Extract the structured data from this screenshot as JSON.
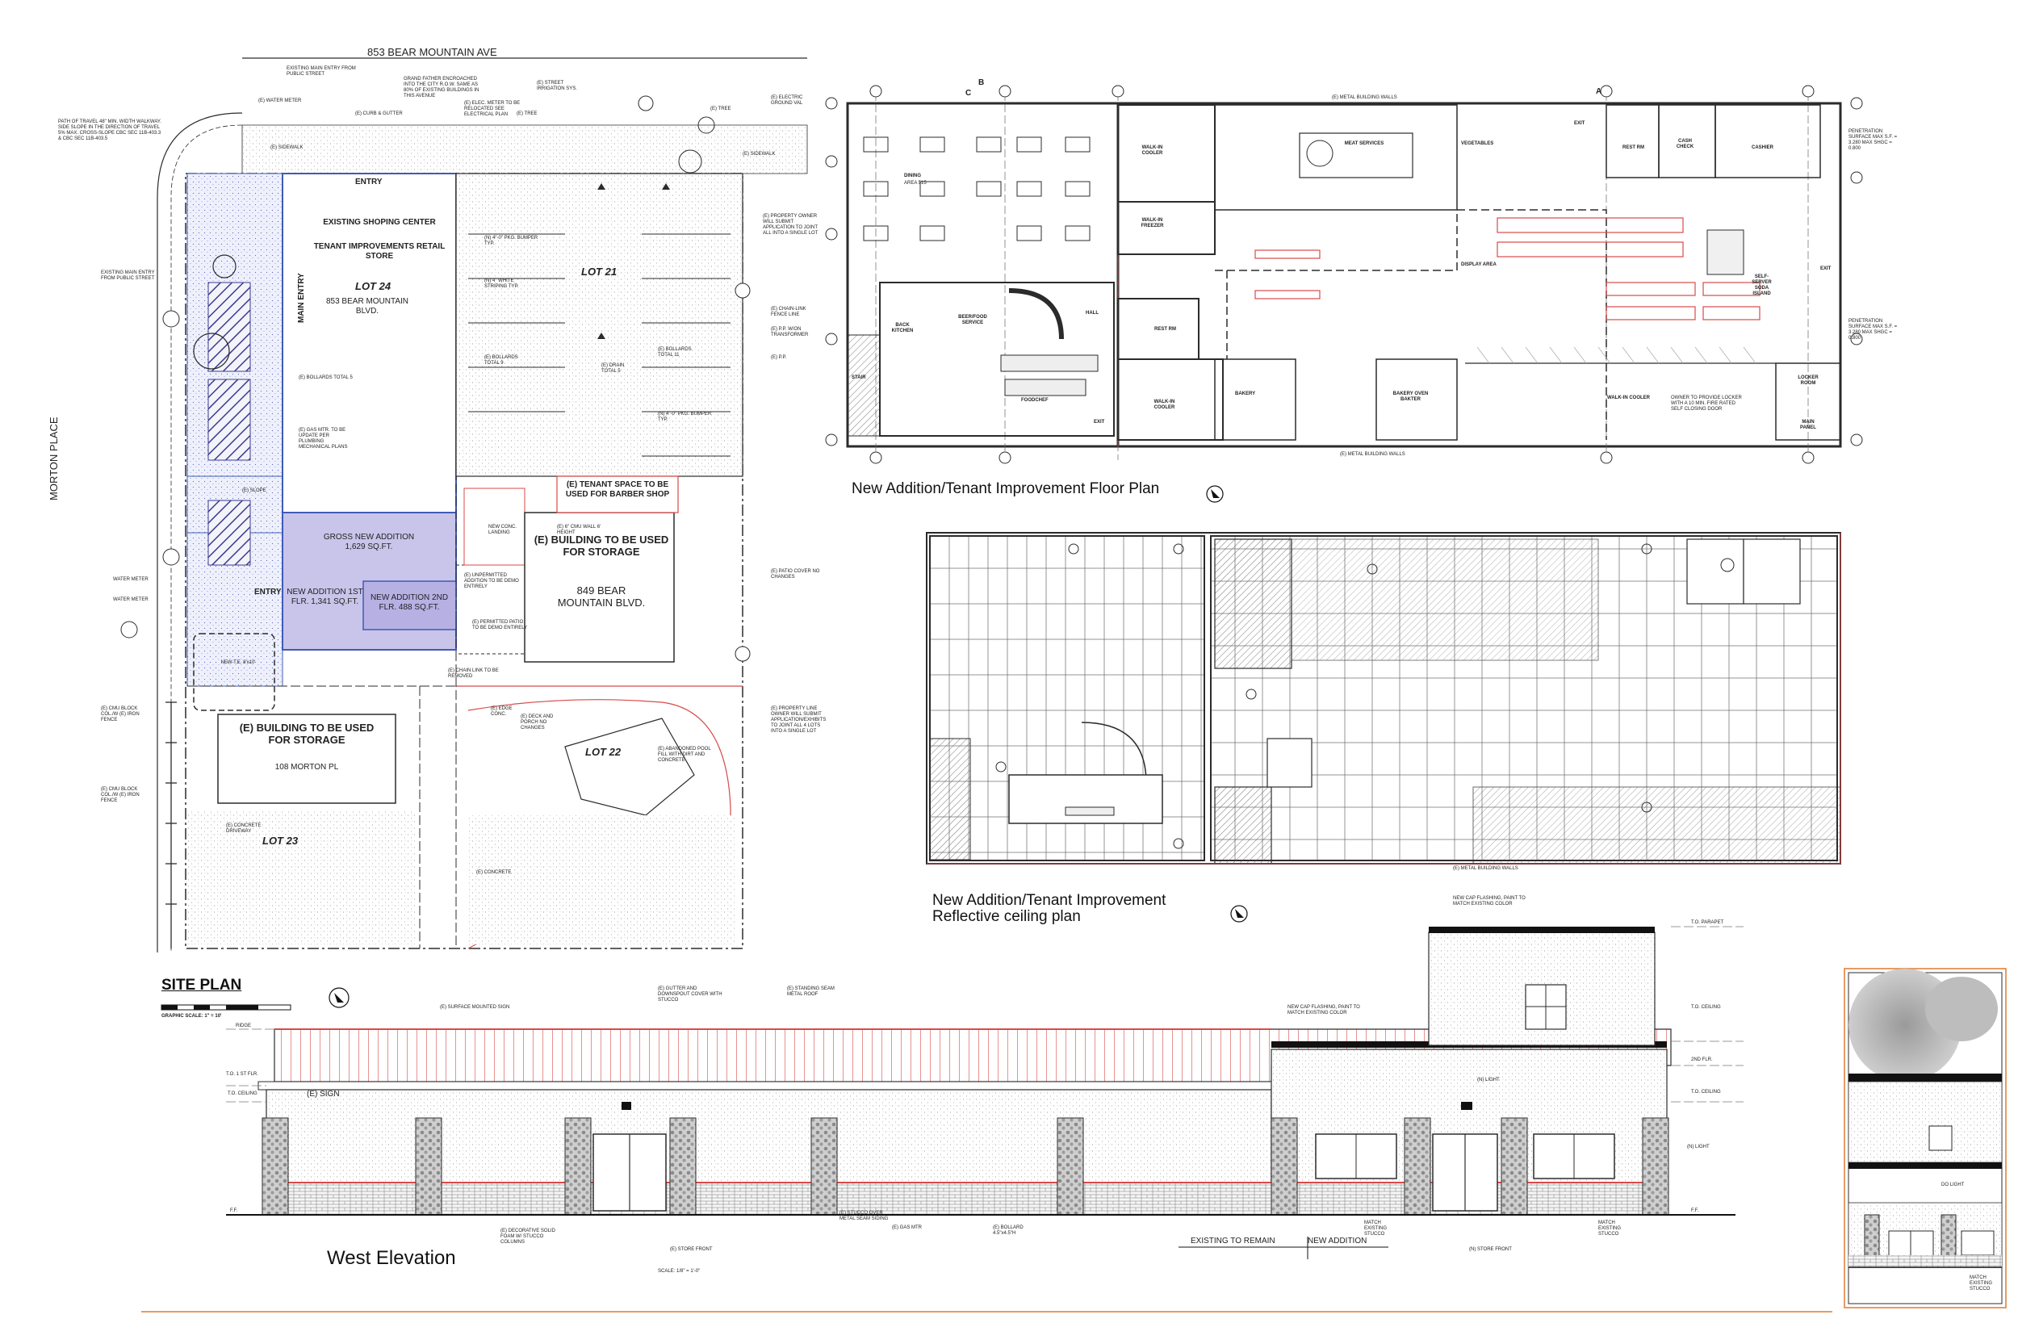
{
  "colors": {
    "line": "#2b2b2b",
    "red": "#d84a4a",
    "blue": "#3f5bb5",
    "purple_fill": "#c9c4ea",
    "hatch": "#3b3b8f",
    "accent_orange": "#e07a2f"
  },
  "site_plan": {
    "street_top": "853 BEAR MOUNTAIN AVE",
    "street_left": "MORTON PLACE",
    "title": "SITE PLAN",
    "scale": "GRAPHIC SCALE: 1\" = 10'",
    "entry_top": "ENTRY",
    "main_entry": "MAIN ENTRY",
    "entry_left": "ENTRY",
    "existing_center": "EXISTING SHOPING CENTER",
    "tenant_improvements": "TENANT IMPROVEMENTS RETAIL STORE",
    "lot24": "LOT 24",
    "lot24_addr": "853 BEAR MOUNTAIN BLVD.",
    "lot21": "LOT 21",
    "lot22": "LOT 22",
    "lot23": "LOT 23",
    "gross_new_addition": "GROSS NEW ADDITION 1,629 SQ.FT.",
    "new_addition_1st": "NEW ADDITION 1ST FLR. 1,341 SQ.FT.",
    "new_addition_2nd": "NEW ADDITION 2ND FLR. 488 SQ.FT.",
    "tenant_space": "(E) TENANT SPACE TO BE USED FOR BARBER SHOP",
    "building_storage_849": "(E) BUILDING TO BE USED FOR STORAGE",
    "addr_849": "849 BEAR MOUNTAIN BLVD.",
    "building_storage_108": "(E) BUILDING TO BE USED FOR STORAGE",
    "addr_108": "108 MORTON PL",
    "notes": {
      "existing_main_entry": "EXISTING MAIN ENTRY FROM PUBLIC STREET",
      "grand_father": "GRAND FATHER ENCROACHED INTO THE CITY R.O.W. SAME AS 80% OF EXISTING BUILDINGS IN THIS AVENUE",
      "water_meter_top": "(E) WATER METER",
      "curb_gutter": "(E) CURB & GUTTER",
      "elec_meter": "(E) ELEC. METER TO BE RELOCATED SEE ELECTRICAL PLAN",
      "street_irrigation": "(E) STREET IRRIGATION SYS.",
      "tree1": "(E) TREE",
      "tree2": "(E) TREE",
      "electric_ground": "(E) ELECTRIC GROUND VAL",
      "sidewalk1": "(E) SIDEWALK",
      "sidewalk2": "(E) SIDEWALK",
      "path_of_travel": "PATH OF TRAVEL 48\" MIN. WIDTH WALKWAY. SIDE SLOPE IN THE DIRECTION OF TRAVEL 5% MAX. CROSS-SLOPE CBC SEC 11B-403.3 & CBC SEC 11B-403.5",
      "existing_main_entry_left": "EXISTING MAIN ENTRY FROM PUBLIC STREET",
      "property_owner": "(E) PROPERTY OWNER WILL SUBMIT APPLICATION TO JOINT ALL INTO A SINGLE LOT",
      "chain_link": "(E) CHAIN-LINK FENCE LINE",
      "pp_xformer": "(E) P.P. W/ON TRANSFORMER",
      "pp": "(E) P.P.",
      "bollards_left": "(E) BOLLARDS TOTAL 5",
      "gas_note": "(E) GAS MTR. TO BE UPDATE PER PLUMBING MECHANICAL PLANS",
      "bollards_lot21a": "(E) BOLLARDS TOTAL 9",
      "bollards_lot21b": "(E) BOLLARDS TOTAL 11",
      "drain": "(E) DRAIN TOTAL 5",
      "bumper1": "(N) 4\"-0\" PKG. BUMPER TYP.",
      "bumper2": "(N) 4\"-0\" PKG. BUMPER TYP.",
      "white_striping": "(N) 4\" WHITE STRIPING TYP.",
      "new_conc_landing": "NEW CONC. LANDING",
      "cmu_wall": "(E) 6\" CMU WALL 6' HEIGHT",
      "unpermitted": "(E) UNPERMITTED ADDITION TO BE DEMO ENTIRELY",
      "permitted_patio": "(E) PERMITTED PATIO TO BE DEMO ENTIRELY",
      "patio_cover": "(E) PATIO COVER NO CHANGES",
      "chain_link_removed": "(E) CHAIN LINK TO BE REMOVED",
      "deck_porch": "(E) DECK AND PORCH NO CHANGES",
      "abandoned_pool": "(E) ABANDONED POOL FILL WITH DIRT AND CONCRETE",
      "property_line": "(E) PROPERTY LINE OWNER WILL SUBMIT APPLICATION/EXHIBITS TO JOINT ALL 4 LOTS INTO A SINGLE LOT",
      "water_meter_l1": "WATER METER",
      "water_meter_l2": "WATER METER",
      "cmu_block1": "(E) CMU BLOCK COL./W (E) IRON FENCE",
      "cmu_block2": "(E) CMU BLOCK COL./W (E) IRON FENCE",
      "conc_driveway": "(E) CONCRETE DRIVEWAY",
      "concrete": "(E) CONCRETE",
      "new_te": "NEW T.E. 8'x10'",
      "slope": "(E) SLOPE",
      "edge_conc": "(E) EDGE CONC."
    }
  },
  "floor_plan": {
    "title": "New Addition/Tenant Improvement Floor Plan",
    "rooms": {
      "dining": "DINING",
      "dining_area": "AREA 515",
      "back_kitchen": "BACK KITCHEN",
      "beer_food": "BEER/FOOD SERVICE",
      "hall": "HALL",
      "foodchef": "FOODCHEF",
      "stair": "STAIR",
      "walkin_cooler1": "WALK-IN COOLER",
      "walkin_freezer": "WALK-IN FREEZER",
      "meat_services": "MEAT SERVICES",
      "vegetables": "VEGETABLES",
      "rest_rm1": "REST RM",
      "cash_check": "CASH CHECK",
      "cashier": "CASHIER",
      "display_area": "DISPLAY AREA",
      "self_server": "SELF-SERVER SODA ISLAND",
      "exit1": "EXIT",
      "exit2": "EXIT",
      "exit3": "EXIT",
      "rest_rm2": "REST RM",
      "walkin_cooler2": "WALK-IN COOLER",
      "bakery": "BAKERY",
      "bakery_oven": "BAKERY OVEN BAKTER",
      "walkin_cooler3": "WALK-IN COOLER",
      "locker_room": "LOCKER ROOM",
      "maint_panel": "MAIN PANEL",
      "metal_walls_top": "(E) METAL BUILDING WALLS",
      "metal_walls_bottom": "(E) METAL BUILDING WALLS",
      "penetration1": "PENETRATION SURFACE MAX S.F. = 3.280 MAX SHGC = 0.800",
      "penetration2": "PENETRATION SURFACE MAX S.F. = 3.280 MAX SHGC = 0.800",
      "owner_note": "OWNER TO PROVIDE LOCKER WITH A 10 MIN. FIRE RATED SELF CLOSING DOOR",
      "grid_a": "A",
      "grid_b": "B",
      "grid_c": "C"
    }
  },
  "ceiling_plan": {
    "title_line1": "New Addition/Tenant Improvement",
    "title_line2": "Reflective ceiling plan",
    "metal_walls": "(E) METAL BUILDING WALLS"
  },
  "west_elevation": {
    "title": "West Elevation",
    "scale": "SCALE: 1/8\" = 1'-0\"",
    "labels": {
      "ridge": "RIDGE",
      "to_roof": "T.O. 1 ST FLR.",
      "to_ceiling1": "T.O. CEILING",
      "to_ceiling2": "T.O. CEILING",
      "to_ceiling3": "T.O. CEILING",
      "to_parapet": "T.O. PARAPET",
      "second_flr": "2ND FLR.",
      "ff1": "F.F.",
      "ff2": "F.F.",
      "surface_sign": "(E) SURFACE MOUNTED SIGN",
      "gutter": "(E) GUTTER AND DOWNSPOUT COVER WITH STUCCO",
      "standing_seam": "(E) STANDING SEAM METAL ROOF",
      "cap_flashing1": "NEW CAP FLASHING, PAINT TO MATCH EXISTING COLOR",
      "cap_flashing2": "NEW CAP FLASHING, PAINT TO MATCH EXISTING COLOR",
      "sign": "(E) SIGN",
      "light1": "(N) LIGHT",
      "light2": "(N) LIGHT",
      "decorative": "(E) DECORATIVE SOLID FOAM W/ STUCCO COLUMNS",
      "store_front1": "(E) STORE FRONT",
      "stucco_siding": "(E) STUCCO OVER METAL SEAM SIDING",
      "gas_mtr": "(E) GAS MTR",
      "bollard": "(E) BOLLARD 4.5\"x4.5\"H",
      "existing_to_remain": "EXISTING TO REMAIN",
      "new_addition": "NEW ADDITION",
      "match_stucco1": "MATCH EXISTING STUCCO",
      "store_front2": "(N) STORE FRONT",
      "match_stucco2": "MATCH EXISTING STUCCO",
      "col_light": "(N) LIGHT",
      "do_light": "DO LIGHT",
      "match_existing": "MATCH EXISTING STUCCO"
    }
  }
}
